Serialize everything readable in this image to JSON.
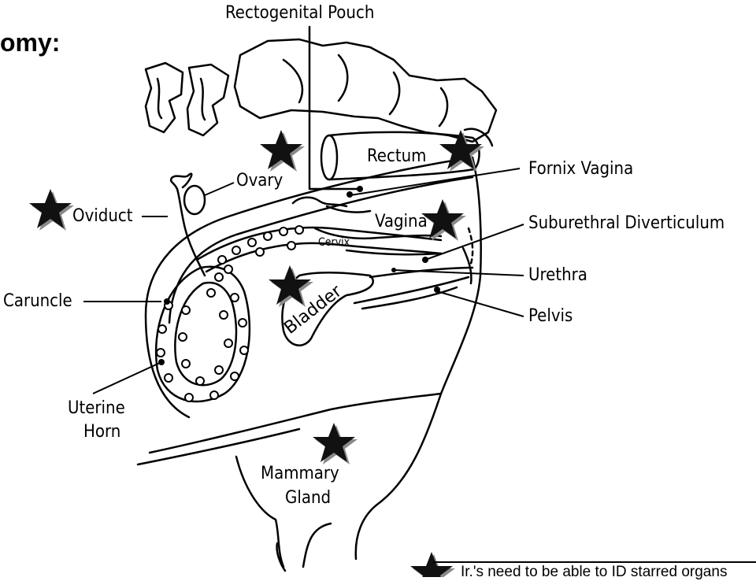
{
  "slide": {
    "title_fragment": "omy:",
    "footnote": "Ir.'s need to be able to ID starred organs"
  },
  "diagram": {
    "labels": {
      "rectogenital_pouch": "Rectogenital Pouch",
      "rectum": "Rectum",
      "fornix_vagina": "Fornix Vagina",
      "ovary": "Ovary",
      "oviduct": "Oviduct",
      "vagina": "Vagina",
      "cervix": "Cervix",
      "suburethral_diverticulum": "Suburethral Diverticulum",
      "urethra": "Urethra",
      "bladder": "Bladder",
      "pelvis": "Pelvis",
      "caruncle": "Caruncle",
      "uterine_horn_1": "Uterine",
      "uterine_horn_2": "Horn",
      "mammary_1": "Mammary",
      "mammary_2": "Gland"
    },
    "starred_organs": [
      "Ovary",
      "Rectum",
      "Oviduct",
      "Vagina",
      "Bladder",
      "Mammary Gland"
    ],
    "colors": {
      "ink": "#000000",
      "star": "#111111",
      "star_shadow": "#888888",
      "background": "#ffffff"
    }
  }
}
